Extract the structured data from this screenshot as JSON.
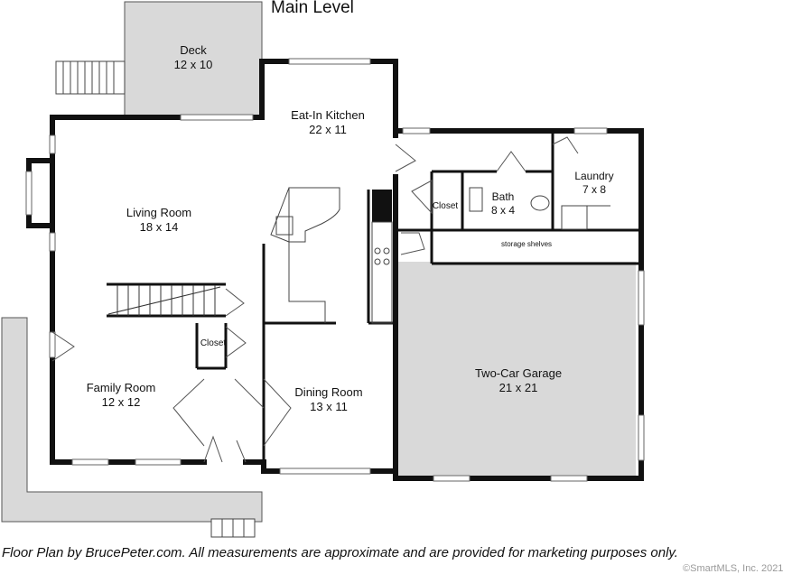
{
  "title": "Main Level",
  "rooms": {
    "deck": {
      "name": "Deck",
      "size": "12 x 10"
    },
    "kitchen": {
      "name": "Eat-In Kitchen",
      "size": "22 x 11"
    },
    "living": {
      "name": "Living Room",
      "size": "18 x 14"
    },
    "family": {
      "name": "Family Room",
      "size": "12 x 12"
    },
    "dining": {
      "name": "Dining Room",
      "size": "13 x 11"
    },
    "garage": {
      "name": "Two-Car Garage",
      "size": "21 x 21"
    },
    "bath": {
      "name": "Bath",
      "size": "8 x 4"
    },
    "laundry": {
      "name": "Laundry",
      "size": "7 x 8"
    }
  },
  "labels": {
    "closet_upper": "Closet",
    "closet_lower": "Closet",
    "storage": "storage shelves"
  },
  "footer": "Floor Plan by BrucePeter.com.  All measurements are approximate and are provided for marketing purposes only.",
  "copyright": "©SmartMLS, Inc. 2021",
  "colors": {
    "wall": "#111111",
    "exterior_fill": "#d9d9d9",
    "floor": "#ffffff"
  }
}
